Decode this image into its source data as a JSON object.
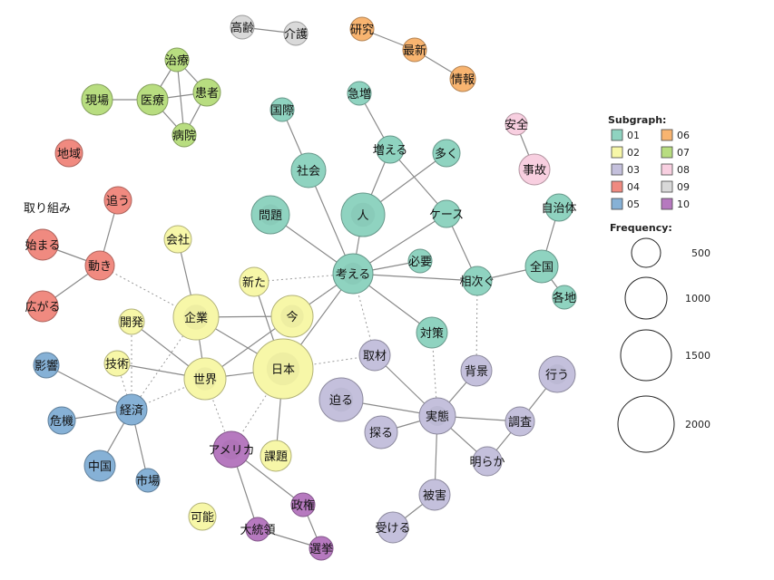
{
  "legend": {
    "subgraph_title": "Subgraph:",
    "frequency_title": "Frequency:",
    "groups": [
      {
        "id": "01",
        "color": "#8fd3c0"
      },
      {
        "id": "02",
        "color": "#f7f7a8"
      },
      {
        "id": "03",
        "color": "#c4c0dc"
      },
      {
        "id": "04",
        "color": "#f08a80"
      },
      {
        "id": "05",
        "color": "#86b1d6"
      },
      {
        "id": "06",
        "color": "#f8b470"
      },
      {
        "id": "07",
        "color": "#b8dd80"
      },
      {
        "id": "08",
        "color": "#f8cfe0"
      },
      {
        "id": "09",
        "color": "#d9d9d9"
      },
      {
        "id": "10",
        "color": "#b679bf"
      }
    ],
    "sizes": [
      "500",
      "1000",
      "1500",
      "2000"
    ]
  },
  "nodes": [
    {
      "id": "koreisha",
      "label": "高齢",
      "group": "09"
    },
    {
      "id": "kaigo",
      "label": "介護",
      "group": "09"
    },
    {
      "id": "kenkyu",
      "label": "研究",
      "group": "06"
    },
    {
      "id": "saishin",
      "label": "最新",
      "group": "06"
    },
    {
      "id": "joho",
      "label": "情報",
      "group": "06"
    },
    {
      "id": "chiryo",
      "label": "治療",
      "group": "07"
    },
    {
      "id": "genba",
      "label": "現場",
      "group": "07"
    },
    {
      "id": "iryo",
      "label": "医療",
      "group": "07"
    },
    {
      "id": "kanja",
      "label": "患者",
      "group": "07"
    },
    {
      "id": "byoin",
      "label": "病院",
      "group": "07"
    },
    {
      "id": "anzen",
      "label": "安全",
      "group": "08"
    },
    {
      "id": "jiko",
      "label": "事故",
      "group": "08"
    },
    {
      "id": "chiiki",
      "label": "地域",
      "group": "04"
    },
    {
      "id": "torikumi",
      "label": "取り組み",
      "group": "04"
    },
    {
      "id": "ou",
      "label": "追う",
      "group": "04"
    },
    {
      "id": "hajimaru",
      "label": "始まる",
      "group": "04"
    },
    {
      "id": "ugoki",
      "label": "動き",
      "group": "04"
    },
    {
      "id": "hirogaru",
      "label": "広がる",
      "group": "04"
    },
    {
      "id": "kokusai",
      "label": "国際",
      "group": "01"
    },
    {
      "id": "kyuzo",
      "label": "急増",
      "group": "01"
    },
    {
      "id": "fueru",
      "label": "増える",
      "group": "01"
    },
    {
      "id": "ooku",
      "label": "多く",
      "group": "01"
    },
    {
      "id": "shakai",
      "label": "社会",
      "group": "01"
    },
    {
      "id": "hito",
      "label": "人",
      "group": "01"
    },
    {
      "id": "mondai",
      "label": "問題",
      "group": "01"
    },
    {
      "id": "kesu",
      "label": "ケース",
      "group": "01"
    },
    {
      "id": "jichitai",
      "label": "自治体",
      "group": "01"
    },
    {
      "id": "kangaeru",
      "label": "考える",
      "group": "01"
    },
    {
      "id": "hitsuyo",
      "label": "必要",
      "group": "01"
    },
    {
      "id": "aitsugu",
      "label": "相次ぐ",
      "group": "01"
    },
    {
      "id": "zenkoku",
      "label": "全国",
      "group": "01"
    },
    {
      "id": "kakuchi",
      "label": "各地",
      "group": "01"
    },
    {
      "id": "taisaku",
      "label": "対策",
      "group": "01"
    },
    {
      "id": "kaisha",
      "label": "会社",
      "group": "02"
    },
    {
      "id": "arata",
      "label": "新た",
      "group": "02"
    },
    {
      "id": "kigyo",
      "label": "企業",
      "group": "02"
    },
    {
      "id": "ima",
      "label": "今",
      "group": "02"
    },
    {
      "id": "kaihatsu",
      "label": "開発",
      "group": "02"
    },
    {
      "id": "gijutsu",
      "label": "技術",
      "group": "02"
    },
    {
      "id": "sekai",
      "label": "世界",
      "group": "02"
    },
    {
      "id": "nihon",
      "label": "日本",
      "group": "02"
    },
    {
      "id": "kadai",
      "label": "課題",
      "group": "02"
    },
    {
      "id": "kano",
      "label": "可能",
      "group": "02"
    },
    {
      "id": "eikyo",
      "label": "影響",
      "group": "05"
    },
    {
      "id": "keizai",
      "label": "経済",
      "group": "05"
    },
    {
      "id": "kiki",
      "label": "危機",
      "group": "05"
    },
    {
      "id": "chugoku",
      "label": "中国",
      "group": "05"
    },
    {
      "id": "shijo",
      "label": "市場",
      "group": "05"
    },
    {
      "id": "amerika",
      "label": "アメリカ",
      "group": "10"
    },
    {
      "id": "seiken",
      "label": "政権",
      "group": "10"
    },
    {
      "id": "daitoryo",
      "label": "大統領",
      "group": "10"
    },
    {
      "id": "senkyo",
      "label": "選挙",
      "group": "10"
    },
    {
      "id": "shuzai",
      "label": "取材",
      "group": "03"
    },
    {
      "id": "semaru",
      "label": "迫る",
      "group": "03"
    },
    {
      "id": "saguru",
      "label": "探る",
      "group": "03"
    },
    {
      "id": "haikei",
      "label": "背景",
      "group": "03"
    },
    {
      "id": "jittai",
      "label": "実態",
      "group": "03"
    },
    {
      "id": "okonau",
      "label": "行う",
      "group": "03"
    },
    {
      "id": "chosa",
      "label": "調査",
      "group": "03"
    },
    {
      "id": "akiraka",
      "label": "明らか",
      "group": "03"
    },
    {
      "id": "higai",
      "label": "被害",
      "group": "03"
    },
    {
      "id": "ukeru",
      "label": "受ける",
      "group": "03"
    }
  ]
}
